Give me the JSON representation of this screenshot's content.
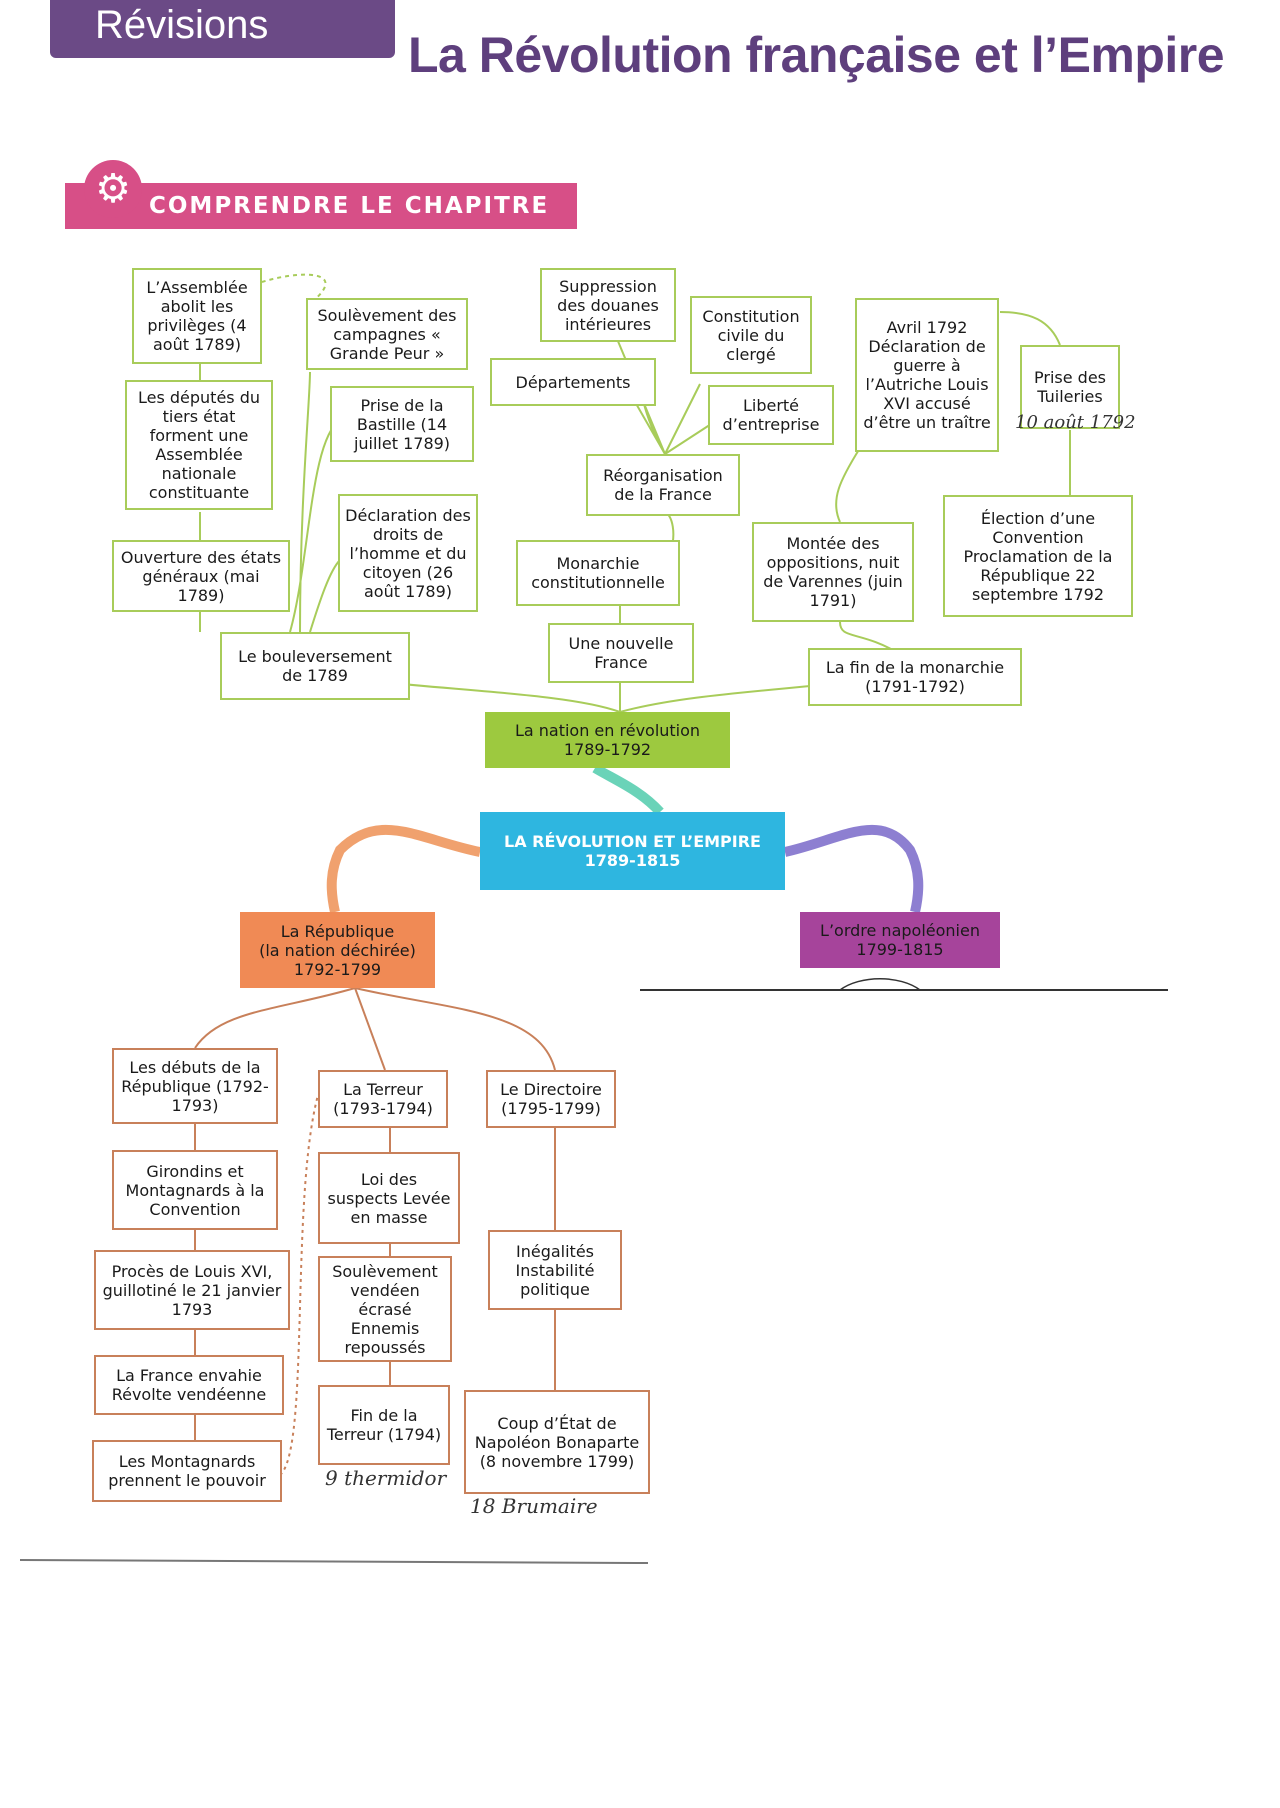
{
  "header": {
    "tag": "Révisions",
    "title": "La Révolution française et l’Empire",
    "section": "COMPRENDRE LE CHAPITRE"
  },
  "center": {
    "line1": "LA RÉVOLUTION ET L’EMPIRE",
    "line2": "1789-1815"
  },
  "nation": {
    "line1": "La nation en révolution",
    "line2": "1789-1792"
  },
  "republique": {
    "line1": "La République",
    "line2": "(la nation déchirée)",
    "line3": "1792-1799"
  },
  "napoleon": {
    "line1": "L’ordre napoléonien",
    "line2": "1799-1815"
  },
  "boulev": {
    "title": "Le bouleversement de 1789",
    "ouverture": "Ouverture des états généraux (mai 1789)",
    "deputes": "Les députés du tiers état forment une Assemblée nationale constituante",
    "assemblee": "L’Assemblée abolit les privilèges (4 août 1789)",
    "soulevement": "Soulèvement des campagnes « Grande Peur »",
    "bastille": "Prise de la Bastille (14 juillet 1789)",
    "declaration": "Déclaration des droits de l’homme et du citoyen (26 août 1789)"
  },
  "nouvelle": {
    "title": "Une nouvelle France",
    "monarchie": "Monarchie constitutionnelle",
    "reorg": "Réorganisation de la France",
    "departements": "Départements",
    "douanes": "Suppression des douanes intérieures",
    "constitution": "Constitution civile du clergé",
    "liberte": "Liberté d’entreprise"
  },
  "fin": {
    "title": "La fin de la monarchie (1791-1792)",
    "montee": "Montée des oppositions, nuit de Varennes (juin 1791)",
    "avril": "Avril 1792 Déclaration de guerre à l’Autriche Louis XVI accusé d’être un traître",
    "tuileries": "Prise des Tuileries",
    "election": "Élection d’une Convention Proclamation de la République 22 septembre 1792"
  },
  "debuts": {
    "title": "Les débuts de la République (1792-1793)",
    "girondins": "Girondins et Montagnards à la Convention",
    "proces": "Procès de Louis XVI, guillotiné le 21 janvier 1793",
    "envahie": "La France envahie Révolte vendéenne",
    "montagnards": "Les Montagnards prennent le pouvoir"
  },
  "terreur": {
    "title": "La Terreur (1793-1794)",
    "loi": "Loi des suspects Levée en masse",
    "vendeen": "Soulèvement vendéen écrasé Ennemis repoussés",
    "fin": "Fin de la Terreur (1794)"
  },
  "directoire": {
    "title": "Le Directoire (1795-1799)",
    "inegalites": "Inégalités Instabilité politique",
    "coup": "Coup d’État de Napoléon Bonaparte (8 novembre 1799)"
  },
  "handwritten": {
    "tuileries_date": "10 août 1792",
    "thermidor": "9 thermidor",
    "brumaire": "18 Brumaire"
  },
  "colors": {
    "green": "#a8cc5a",
    "orange_border": "#c8805a",
    "nation_bg": "#9dc93f",
    "center_bg": "#2eb6e0",
    "republique_bg": "#f08a55",
    "napoleon_bg": "#a6449b",
    "purple": "#6b4a86",
    "pink": "#d74f87"
  }
}
